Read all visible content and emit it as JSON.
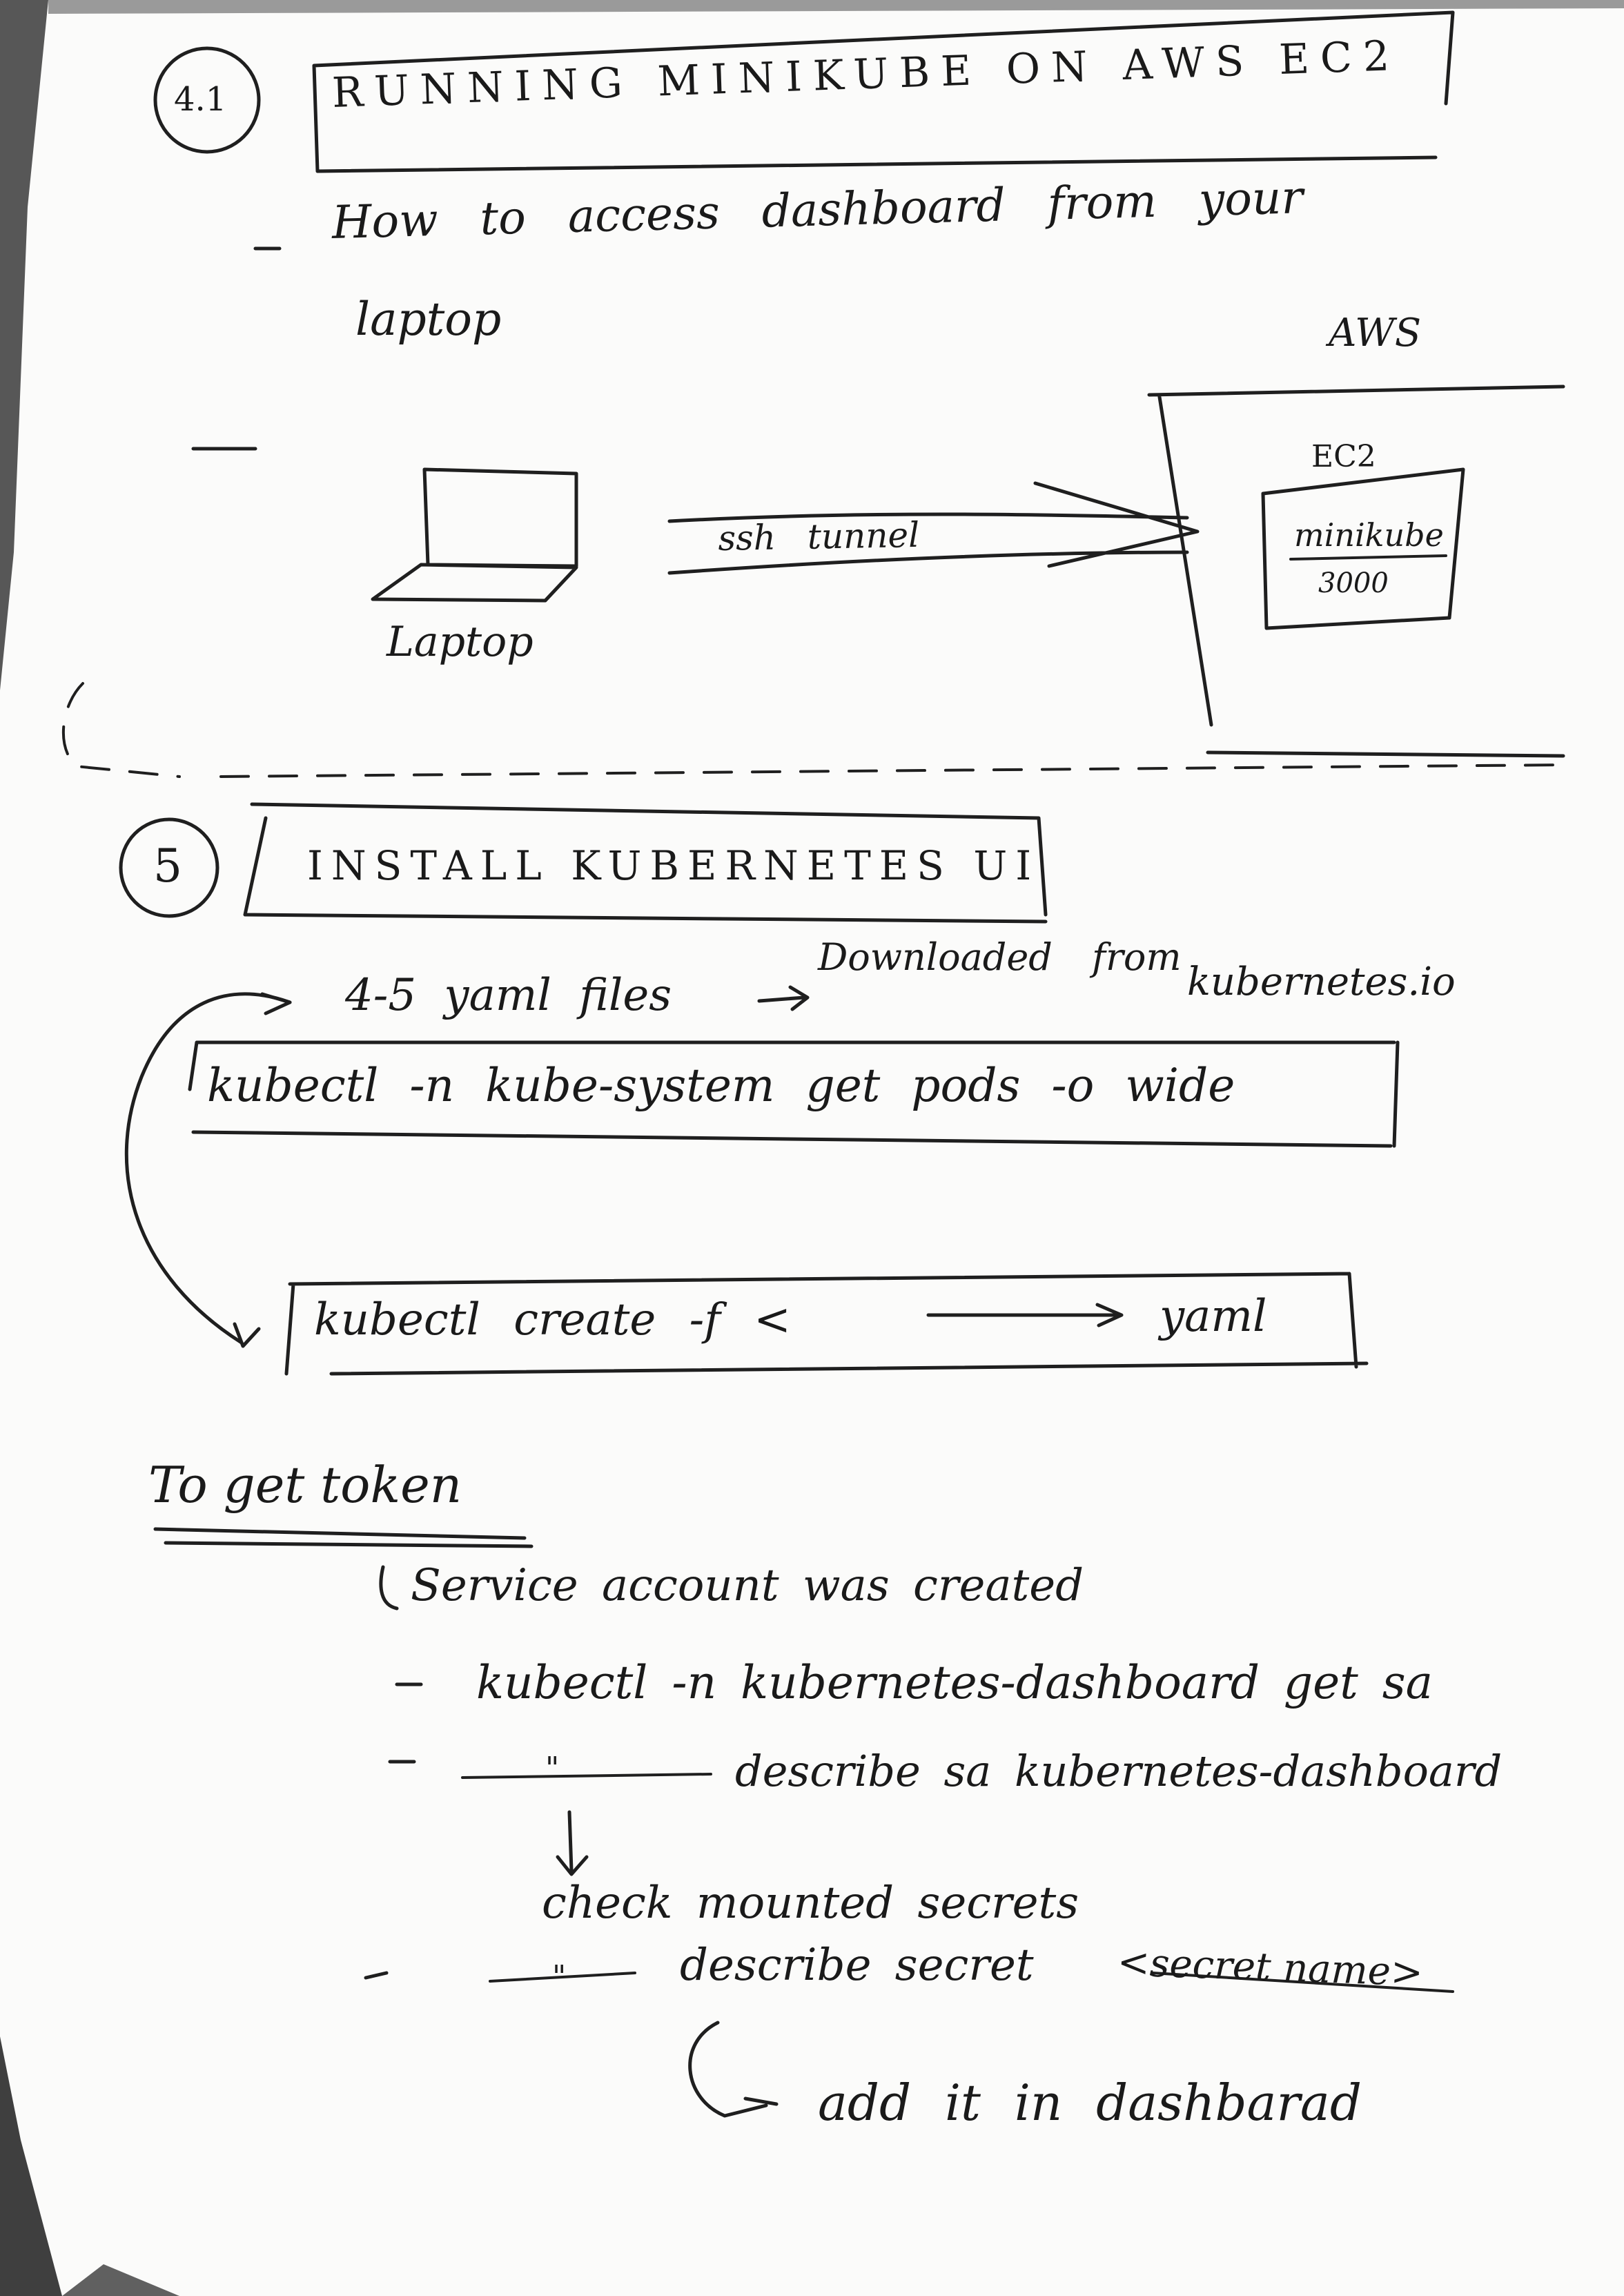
{
  "section_4_1": {
    "number": "4.1",
    "title": "RUNNING MINIKUBE ON AWS EC2",
    "note_line_1": "How to access dashboard from your",
    "note_line_2": "laptop"
  },
  "diagram": {
    "cloud_label": "AWS",
    "instance_label": "EC2",
    "service_label": "minikube",
    "port": "3000",
    "tunnel_label": "ssh tunnel",
    "client_label": "Laptop"
  },
  "section_5": {
    "number": "5",
    "title": "INSTALL KUBERNETES UI",
    "files_text": "4-5 yaml files",
    "downloaded_text": "Downloaded from",
    "source_text": "kubernetes.io",
    "command_1": "kubectl -n kube-system get pods -o wide",
    "command_2": "kubectl create -f <",
    "command_2_tail": "yaml"
  },
  "token": {
    "heading": "To get token",
    "step_1": "Service account was created",
    "step_2": "kubectl -n kubernetes-dashboard get sa",
    "step_3_mark": "\"",
    "step_3": "describe sa kubernetes-dashboard",
    "step_4": "check mounted secrets",
    "step_5_mark": "\"",
    "step_5": "describe secret",
    "step_5_arg": "<secret name>",
    "step_6": "add it in dashbarad"
  }
}
